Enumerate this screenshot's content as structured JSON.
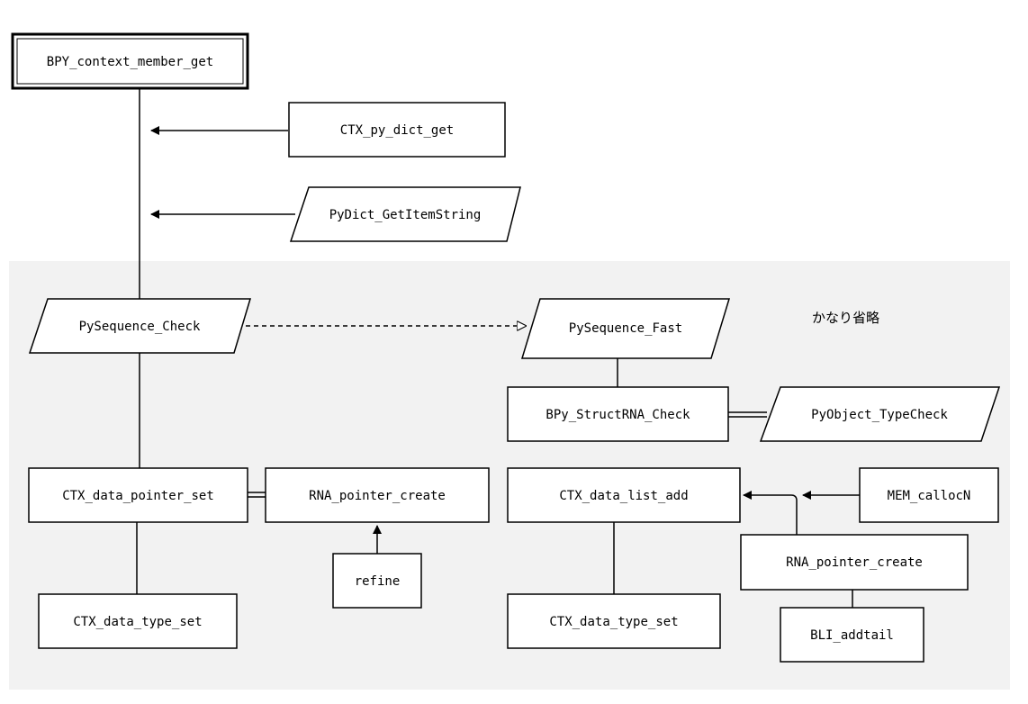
{
  "diagram": {
    "note": "かなり省略",
    "nodes": {
      "bpy_context_member_get": "BPY_context_member_get",
      "ctx_py_dict_get": "CTX_py_dict_get",
      "pydict_getitemstring": "PyDict_GetItemString",
      "pysequence_check": "PySequence_Check",
      "pysequence_fast": "PySequence_Fast",
      "bpy_structrna_check": "BPy_StructRNA_Check",
      "pyobject_typecheck": "PyObject_TypeCheck",
      "ctx_data_pointer_set": "CTX_data_pointer_set",
      "rna_pointer_create_left": "RNA_pointer_create",
      "refine": "refine",
      "ctx_data_type_set_left": "CTX_data_type_set",
      "ctx_data_list_add": "CTX_data_list_add",
      "mem_callocn": "MEM_callocN",
      "rna_pointer_create_right": "RNA_pointer_create",
      "bli_addtail": "BLI_addtail",
      "ctx_data_type_set_right": "CTX_data_type_set"
    }
  },
  "colors": {
    "line": "#000000",
    "box_fill": "#ffffff",
    "region_fill": "#f2f2f2"
  }
}
